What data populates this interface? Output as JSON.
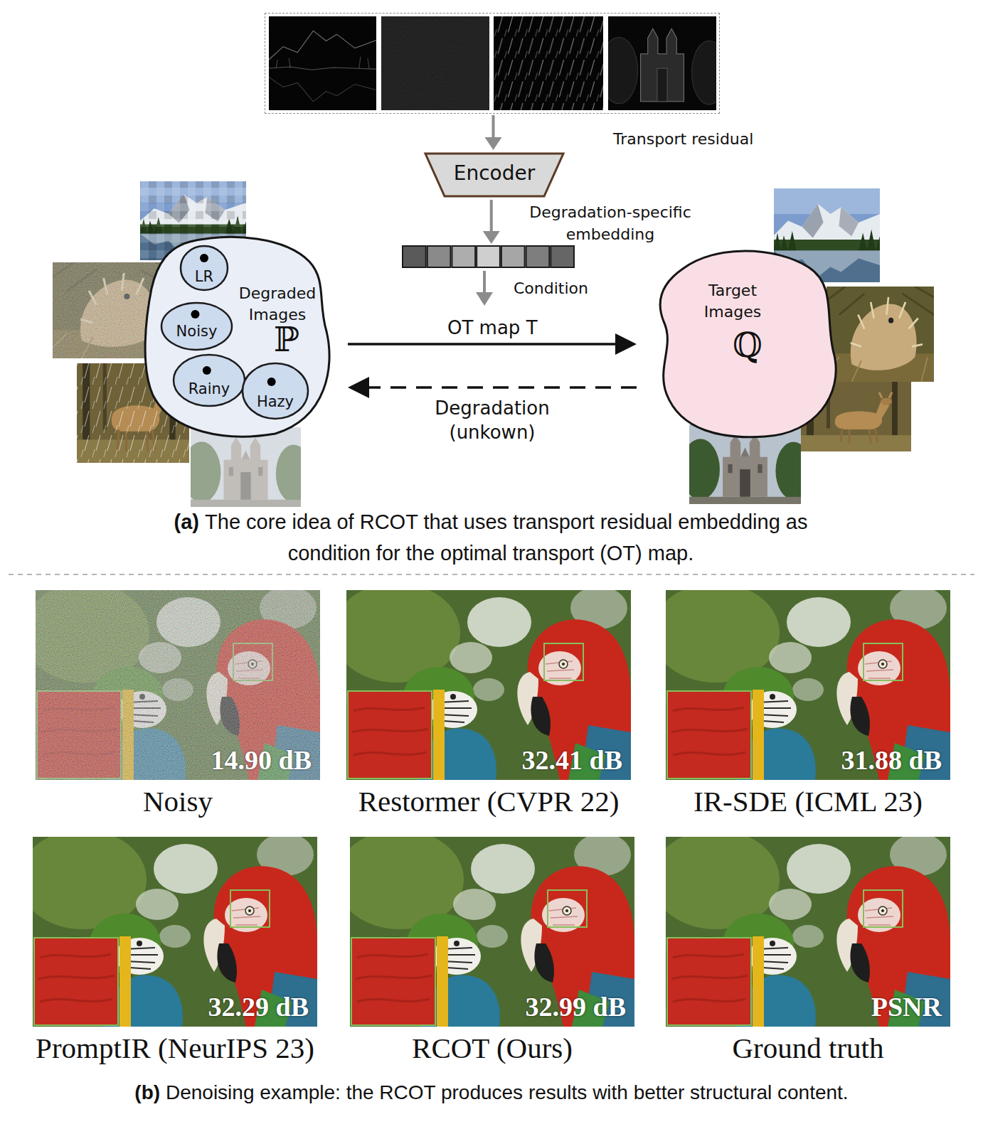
{
  "diagram": {
    "nodes": [
      {
        "text": [
          "Transport residual"
        ]
      },
      {
        "text": [
          "Encoder"
        ]
      },
      {
        "text": [
          "Degradation-specific embedding"
        ]
      },
      {
        "text": [
          "Degraded Images",
          "ℙ"
        ]
      },
      {
        "text": [
          "LR"
        ],
        "in": 3
      },
      {
        "text": [
          "Noisy"
        ],
        "in": 3
      },
      {
        "text": [
          "Rainy"
        ],
        "in": 3
      },
      {
        "text": [
          "Hazy"
        ],
        "in": 3
      },
      {
        "text": [
          "Target Images",
          "ℚ"
        ]
      },
      {
        "text": [
          "14.90 dB",
          "Noisy"
        ]
      },
      {
        "text": [
          "32.41 dB",
          "Restormer (CVPR 22)"
        ]
      },
      {
        "text": [
          "31.88 dB",
          "IR-SDE (ICML 23)"
        ]
      },
      {
        "text": [
          "32.29 dB",
          "PromptIR (NeurIPS 23)"
        ]
      },
      {
        "text": [
          "32.99 dB",
          "RCOT (Ours)"
        ]
      },
      {
        "text": [
          "PSNR",
          "Ground truth"
        ]
      }
    ],
    "edges": [
      {
        "from": 0,
        "to": 1,
        "arrow": "to"
      },
      {
        "from": 1,
        "to": 2,
        "arrow": "to"
      },
      {
        "from": 3,
        "to": 8,
        "label": "OT map T",
        "arrow": "to"
      },
      {
        "from": 8,
        "to": 3,
        "label": "Degradation (unkown)",
        "arrow": "to"
      }
    ],
    "labels": [
      "Condition",
      "(a)",
      "The core idea of RCOT that uses transport residual embedding as condition for the optimal transport (OT) map.",
      "(b)",
      "Denoising example: the RCOT produces results with better structural content."
    ]
  }
}
